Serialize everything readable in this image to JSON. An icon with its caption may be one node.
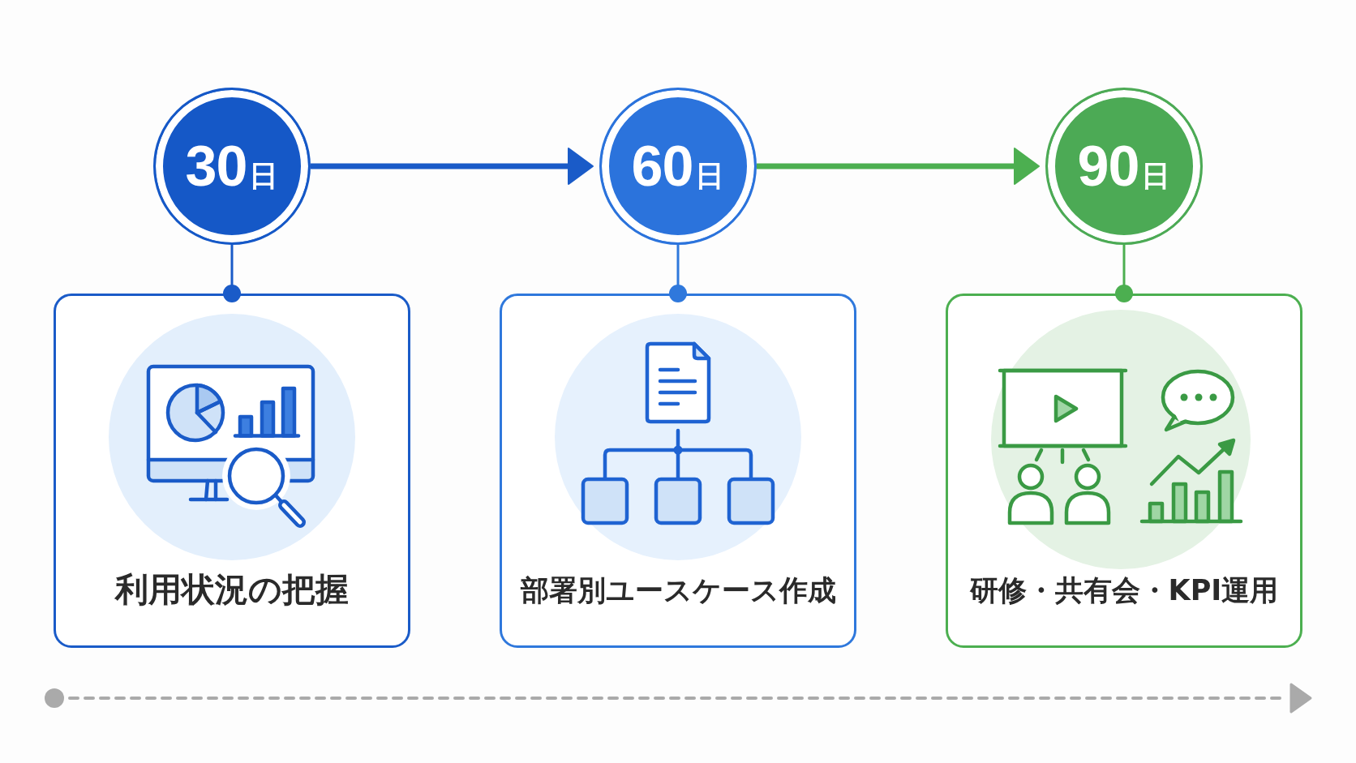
{
  "diagram": {
    "nodes": [
      {
        "text": [
          "30日"
        ]
      },
      {
        "text": [
          "60日"
        ]
      },
      {
        "text": [
          "90日"
        ]
      },
      {
        "text": [
          "利用状況の把握"
        ]
      },
      {
        "text": [
          "部署別ユースケース作成"
        ]
      },
      {
        "text": [
          "研修・共有会・KPI運用"
        ]
      }
    ],
    "edges": [
      {
        "from": 0,
        "to": 1,
        "arrow": "to",
        "style": "thick"
      },
      {
        "from": 1,
        "to": 2,
        "arrow": "to",
        "style": "thick",
        "color": "#4caf50"
      },
      {
        "from": 0,
        "to": 3,
        "arrow": "other"
      },
      {
        "from": 1,
        "to": 4,
        "arrow": "other",
        "color": "#2f78dc"
      },
      {
        "from": 2,
        "to": 5,
        "arrow": "other",
        "color": "#4caf50"
      }
    ]
  }
}
